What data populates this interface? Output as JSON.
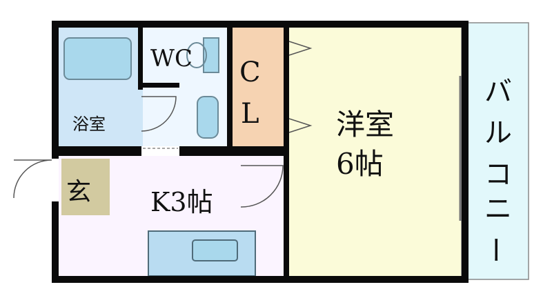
{
  "rooms": {
    "bath": "浴室",
    "wc": "WC",
    "closet_line1": "C",
    "closet_line2": "L",
    "western_line1": "洋室",
    "western_line2": "6帖",
    "kitchen": "K3帖",
    "entrance": "玄",
    "balcony_chars": [
      "バ",
      "ル",
      "コ",
      "ニ",
      "ー"
    ]
  },
  "colors": {
    "wall": "#0a0a0a",
    "bath_fill": "#cfe6f7",
    "fixture_fill": "#a9d8ec",
    "toilet_room_fill": "#eef7ff",
    "closet_fill": "#f6d3b2",
    "western_fill": "#fbfbd9",
    "kitchen_fill": "#fbf4ff",
    "entrance_fill": "#d2caa0",
    "balcony_fill": "#e2f8fb",
    "sink_counter_fill": "#b9dcf1"
  }
}
